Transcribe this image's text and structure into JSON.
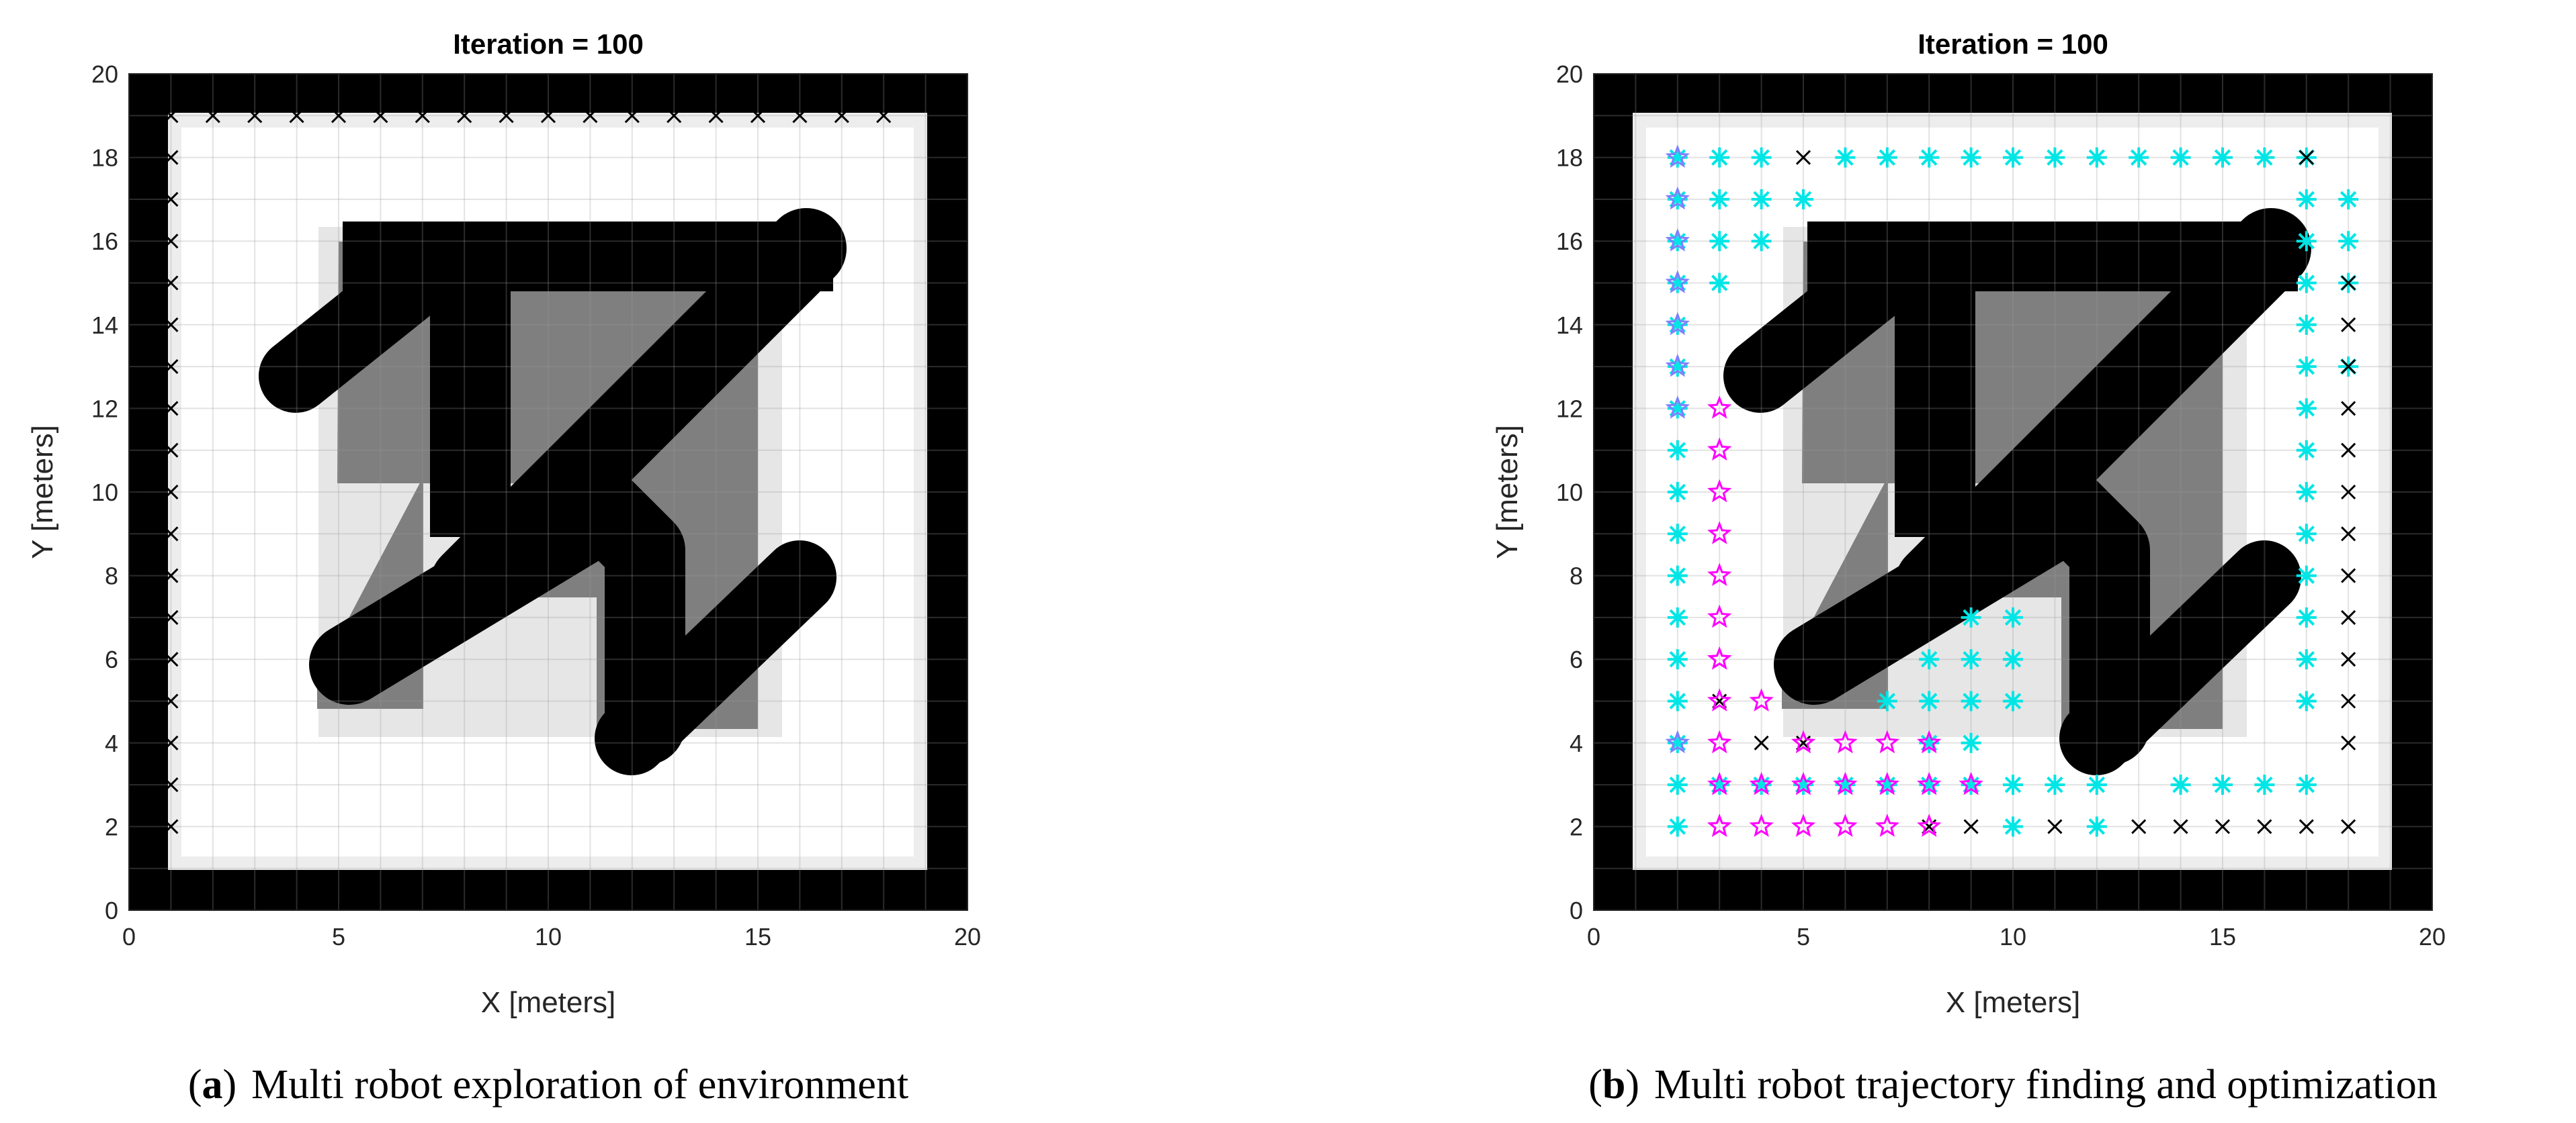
{
  "chart_data": [
    {
      "type": "scatter",
      "title": "Iteration = 100",
      "xlabel": "X [meters]",
      "ylabel": "Y [meters]",
      "xlim": [
        0,
        20
      ],
      "ylim": [
        0,
        20
      ],
      "xticks": [
        0,
        5,
        10,
        15,
        20
      ],
      "yticks": [
        0,
        2,
        4,
        6,
        8,
        10,
        12,
        14,
        16,
        18,
        20
      ],
      "grid": true,
      "caption_label": "a",
      "caption_text": "Multi robot exploration of environment",
      "series": [
        {
          "marker": "x",
          "color": "#000000",
          "x": [
            1,
            1,
            1,
            1,
            1,
            1,
            1,
            1,
            1,
            1,
            1,
            1,
            1,
            1,
            1,
            1,
            1,
            1,
            2,
            3,
            4,
            5,
            6,
            7,
            8,
            9,
            10,
            11,
            12,
            13,
            14,
            15,
            16,
            17,
            18
          ],
          "y": [
            2,
            3,
            4,
            5,
            6,
            7,
            8,
            9,
            10,
            11,
            12,
            13,
            14,
            15,
            16,
            17,
            18,
            19,
            19,
            19,
            19,
            19,
            19,
            19,
            19,
            19,
            19,
            19,
            19,
            19,
            19,
            19,
            19,
            19,
            19
          ]
        }
      ]
    },
    {
      "type": "scatter",
      "title": "Iteration = 100",
      "xlabel": "X [meters]",
      "ylabel": "Y [meters]",
      "xlim": [
        0,
        20
      ],
      "ylim": [
        0,
        20
      ],
      "xticks": [
        0,
        5,
        10,
        15,
        20
      ],
      "yticks": [
        0,
        2,
        4,
        6,
        8,
        10,
        12,
        14,
        16,
        18,
        20
      ],
      "grid": true,
      "caption_label": "b",
      "caption_text": "Multi robot trajectory finding and optimization",
      "series": [
        {
          "marker": "asterisk",
          "color": "#00e5e5",
          "x": [
            2,
            2,
            2,
            2,
            2,
            2,
            2,
            2,
            2,
            2,
            2,
            2,
            2,
            2,
            2,
            2,
            2,
            3,
            4,
            6,
            7,
            8,
            9,
            10,
            11,
            12,
            13,
            14,
            15,
            16,
            17,
            3,
            4,
            5,
            3,
            4,
            3,
            17,
            18,
            17,
            18,
            17,
            18,
            17,
            17,
            18,
            17,
            17,
            17,
            17,
            17,
            17,
            17,
            17,
            9,
            10,
            8,
            9,
            10,
            7,
            8,
            9,
            10,
            4,
            5,
            6,
            7,
            8,
            9,
            10,
            11,
            3,
            8,
            9,
            12,
            14,
            15,
            16,
            17,
            10,
            12
          ],
          "y": [
            2,
            3,
            4,
            5,
            6,
            7,
            8,
            9,
            10,
            11,
            12,
            13,
            14,
            15,
            16,
            17,
            18,
            18,
            18,
            18,
            18,
            18,
            18,
            18,
            18,
            18,
            18,
            18,
            18,
            18,
            18,
            17,
            17,
            17,
            16,
            16,
            15,
            17,
            17,
            16,
            16,
            15,
            15,
            14,
            13,
            13,
            12,
            11,
            10,
            9,
            8,
            7,
            6,
            5,
            7,
            7,
            6,
            6,
            6,
            5,
            5,
            5,
            5,
            3,
            3,
            3,
            3,
            3,
            3,
            3,
            3,
            3,
            4,
            4,
            3,
            3,
            3,
            3,
            3,
            2,
            2
          ]
        },
        {
          "marker": "x",
          "color": "#000000",
          "x": [
            5,
            17,
            18,
            18,
            18,
            18,
            18,
            18,
            18,
            18,
            18,
            18,
            18,
            18,
            3,
            4,
            5,
            11,
            13,
            14,
            15,
            16,
            17,
            18,
            8,
            9
          ],
          "y": [
            18,
            18,
            15,
            14,
            13,
            12,
            11,
            10,
            9,
            8,
            7,
            6,
            5,
            4,
            5,
            4,
            4,
            2,
            2,
            2,
            2,
            2,
            2,
            2,
            2,
            2
          ]
        },
        {
          "marker": "pentagram",
          "color": "#ff00ff",
          "x": [
            3,
            3,
            3,
            3,
            3,
            3,
            3,
            3,
            3,
            3,
            3,
            4,
            5,
            6,
            7,
            8,
            3,
            4,
            5,
            6,
            7,
            8,
            9,
            3,
            4,
            5,
            6,
            7,
            8
          ],
          "y": [
            12,
            11,
            10,
            9,
            8,
            7,
            6,
            5,
            4,
            3,
            2,
            5,
            4,
            4,
            4,
            4,
            2,
            2,
            2,
            2,
            2,
            2,
            3,
            6,
            3,
            3,
            3,
            3,
            3
          ]
        },
        {
          "marker": "pentagram",
          "color": "#8080ff",
          "x": [
            2,
            2,
            2,
            2,
            2,
            2,
            2,
            2
          ],
          "y": [
            18,
            17,
            16,
            15,
            14,
            13,
            12,
            4
          ]
        }
      ]
    }
  ]
}
